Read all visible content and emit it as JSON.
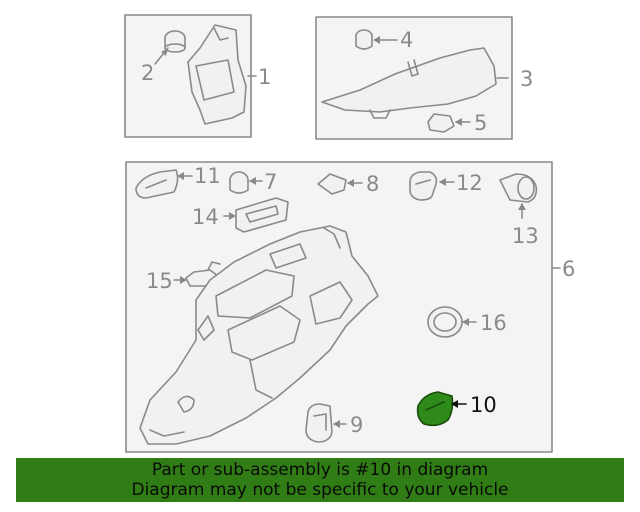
{
  "colors": {
    "line": "#8a8a8a",
    "part_fill": "#f1f1f1",
    "box_fill": "#f4f4f4",
    "highlight": "#2e8b1a",
    "banner": "#2f7d14",
    "banner_text": "#0a0a0a"
  },
  "callouts": {
    "c1": "1",
    "c2": "2",
    "c3": "3",
    "c4": "4",
    "c5": "5",
    "c6": "6",
    "c7": "7",
    "c8": "8",
    "c9": "9",
    "c10": "10",
    "c11": "11",
    "c12": "12",
    "c13": "13",
    "c14": "14",
    "c15": "15",
    "c16": "16"
  },
  "highlighted_callout": "10",
  "banner": {
    "line1": "Part or sub-assembly is #10 in diagram",
    "line2": "Diagram may not be specific to your vehicle"
  }
}
